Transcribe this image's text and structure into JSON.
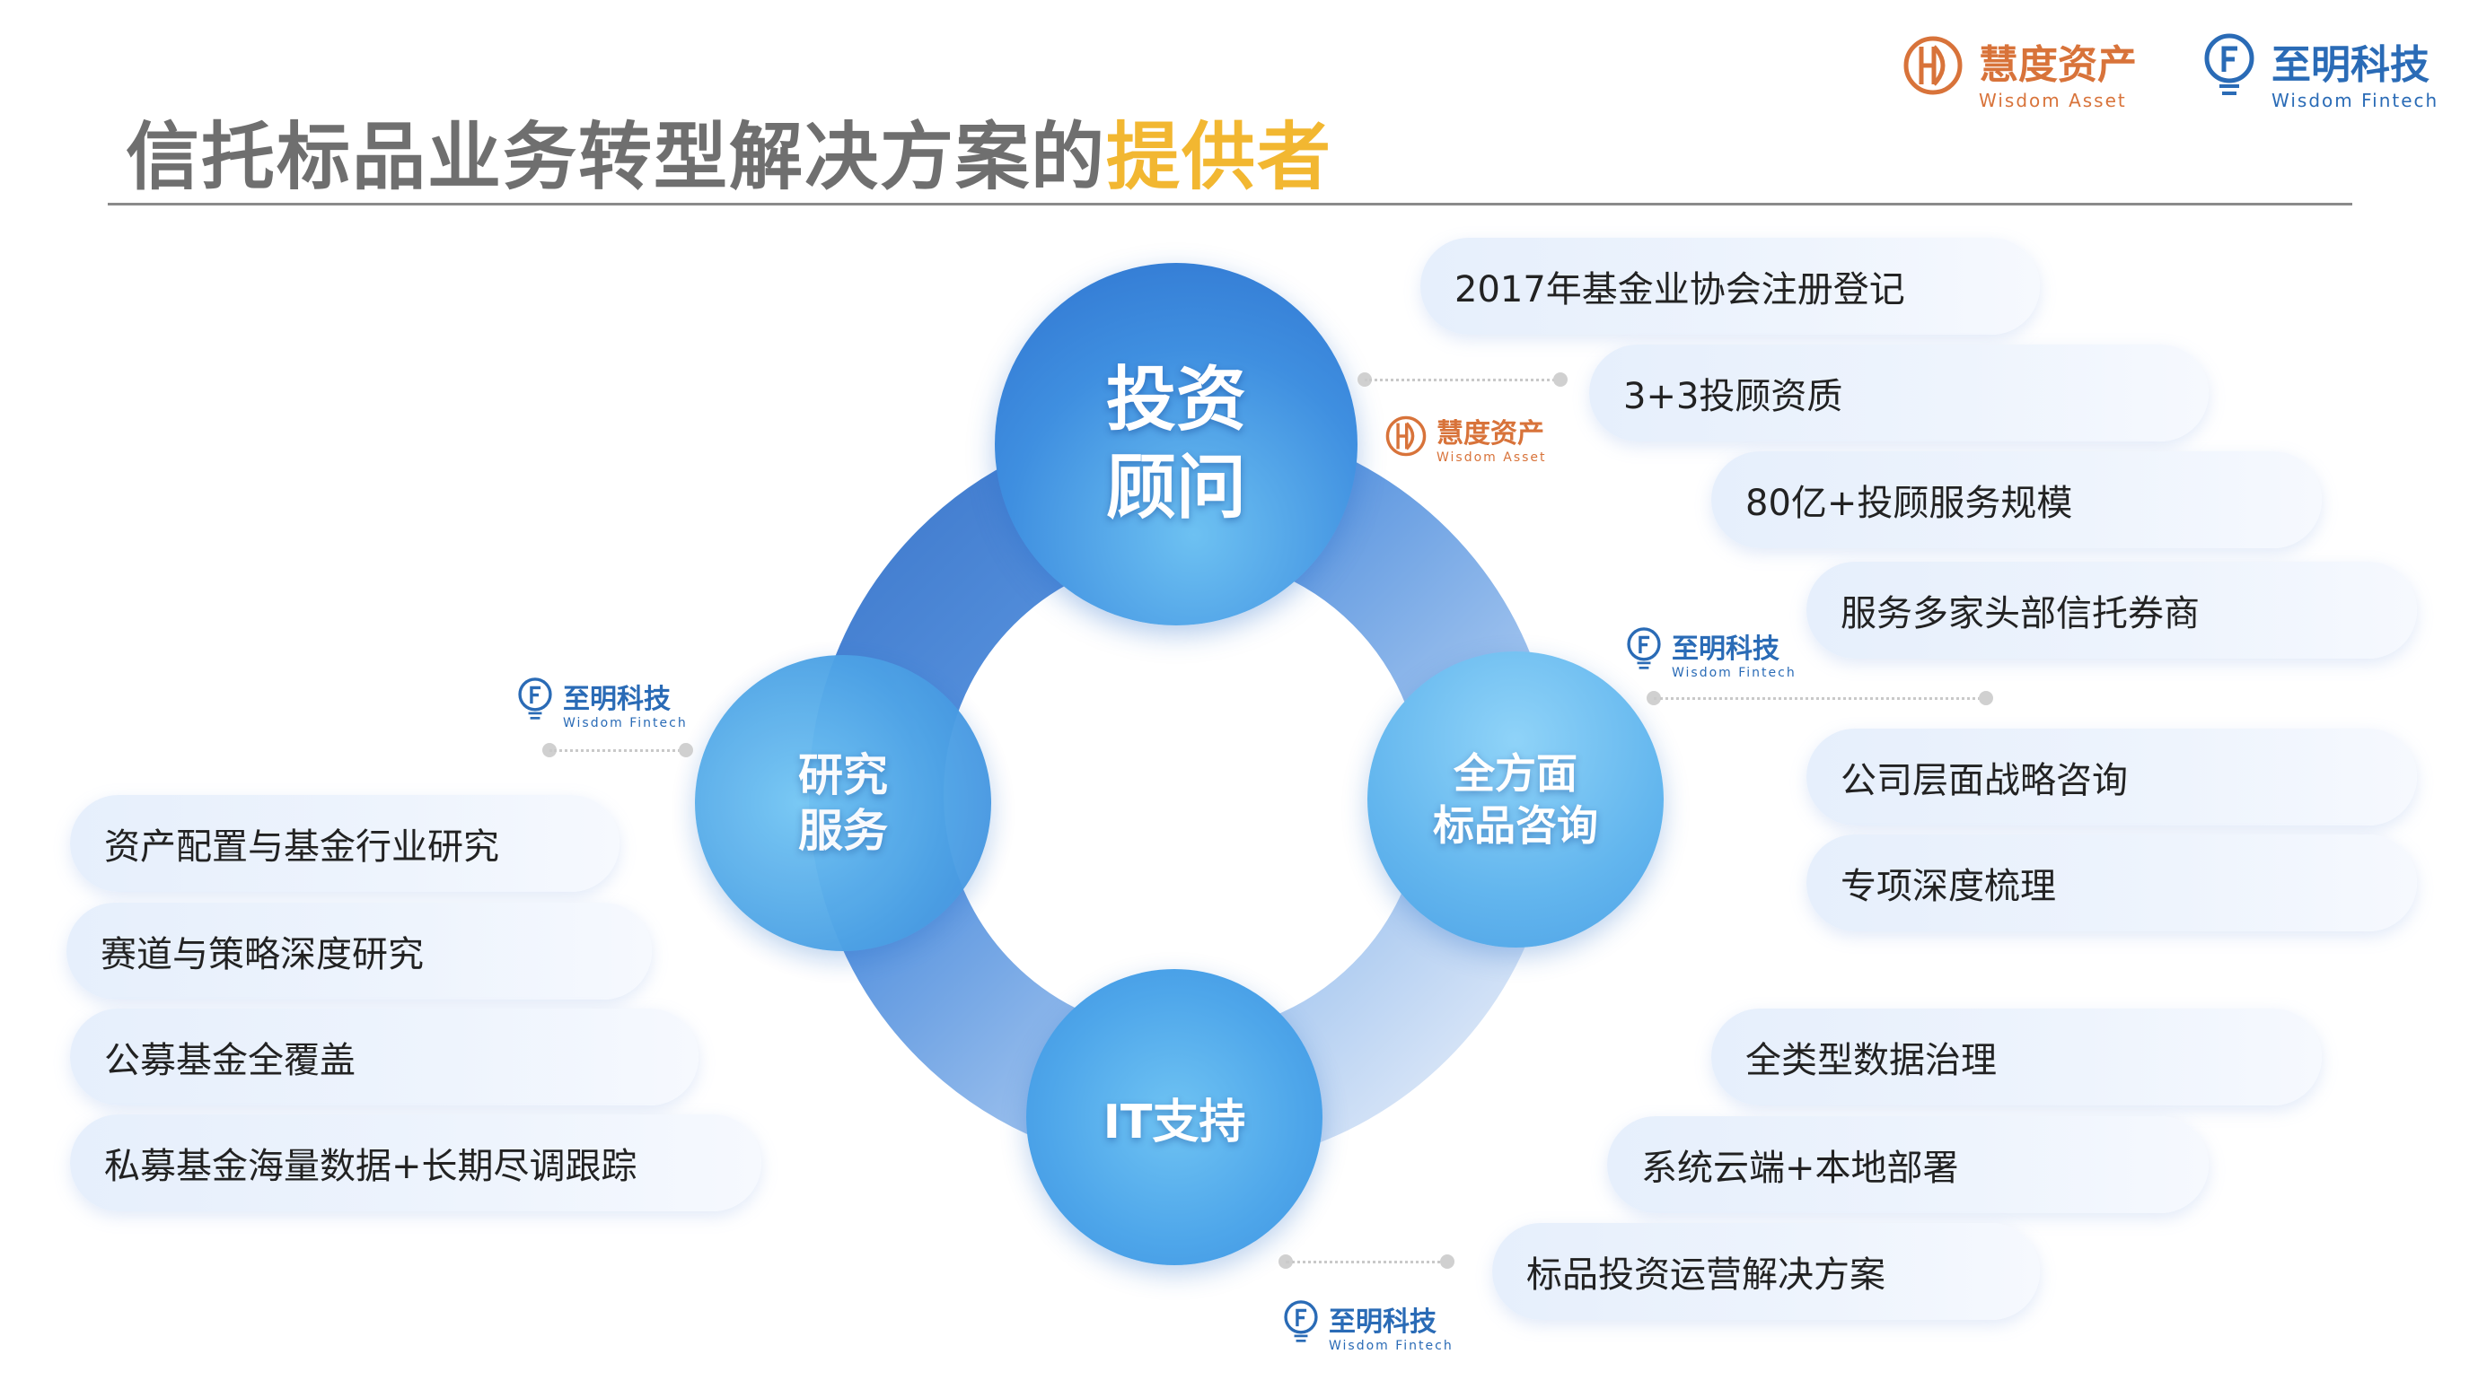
{
  "title": {
    "main": "信托标品业务转型解决方案的",
    "highlight": "提供者"
  },
  "logos": {
    "wisdom_asset": {
      "cn": "慧度资产",
      "en": "Wisdom Asset",
      "icon": "hd-logo-icon",
      "color": "#d8733a"
    },
    "wisdom_fintech": {
      "cn": "至明科技",
      "en": "Wisdom Fintech",
      "icon": "f-bulb-logo-icon",
      "color": "#2a6bb6"
    }
  },
  "nodes": {
    "advisory": {
      "line1": "投资",
      "line2": "顾问"
    },
    "research": {
      "line1": "研究",
      "line2": "服务"
    },
    "consulting": {
      "line1": "全方面",
      "line2": "标品咨询"
    },
    "it": {
      "line1": "IT支持"
    }
  },
  "advisory_items": [
    "2017年基金业协会注册登记",
    "3+3投顾资质",
    "80亿+投顾服务规模",
    "服务多家头部信托券商"
  ],
  "consulting_items": [
    "公司层面战略咨询",
    "专项深度梳理"
  ],
  "it_items": [
    "全类型数据治理",
    "系统云端+本地部署",
    "标品投资运营解决方案"
  ],
  "research_items": [
    "资产配置与基金行业研究",
    "赛道与策略深度研究",
    "公募基金全覆盖",
    "私募基金海量数据+长期尽调跟踪"
  ],
  "colors": {
    "highlight": "#f2b731",
    "circle_blue": "#3c8fe0",
    "ring_blue": "#4f8fdc"
  }
}
